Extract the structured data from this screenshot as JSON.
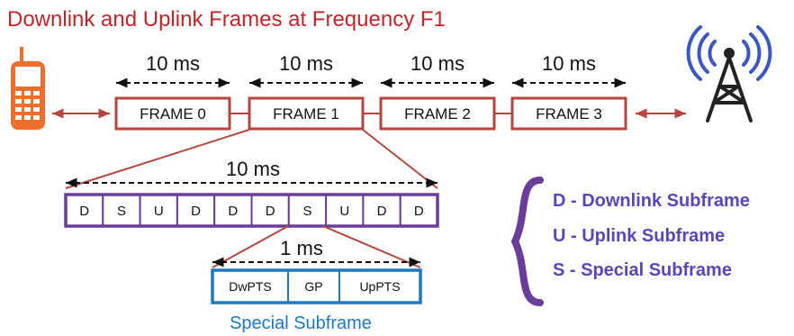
{
  "title": "Downlink and Uplink Frames at Frequency F1",
  "frames": {
    "duration_label": "10 ms",
    "labels": [
      "FRAME 0",
      "FRAME 1",
      "FRAME 2",
      "FRAME 3"
    ]
  },
  "subframes": {
    "duration_label": "10 ms",
    "labels": [
      "D",
      "S",
      "U",
      "D",
      "D",
      "D",
      "S",
      "U",
      "D",
      "D"
    ]
  },
  "special_subframe": {
    "duration_label": "1 ms",
    "fields": [
      "DwPTS",
      "GP",
      "UpPTS"
    ],
    "caption": "Special Subframe"
  },
  "legend": {
    "items": [
      "D - Downlink Subframe",
      "U -  Uplink Subframe",
      "S -  Special Subframe"
    ]
  },
  "icons": {
    "handset": "mobile-phone-icon",
    "base_station": "cell-tower-icon"
  },
  "colors": {
    "title": "#c0262a",
    "frame_border": "#b5453f",
    "phone": "#ee6f2d",
    "subframe_border": "#6a3d9a",
    "special_border": "#1b79c4",
    "legend": "#5b45b7",
    "tower_rings": "#3b57c4"
  }
}
